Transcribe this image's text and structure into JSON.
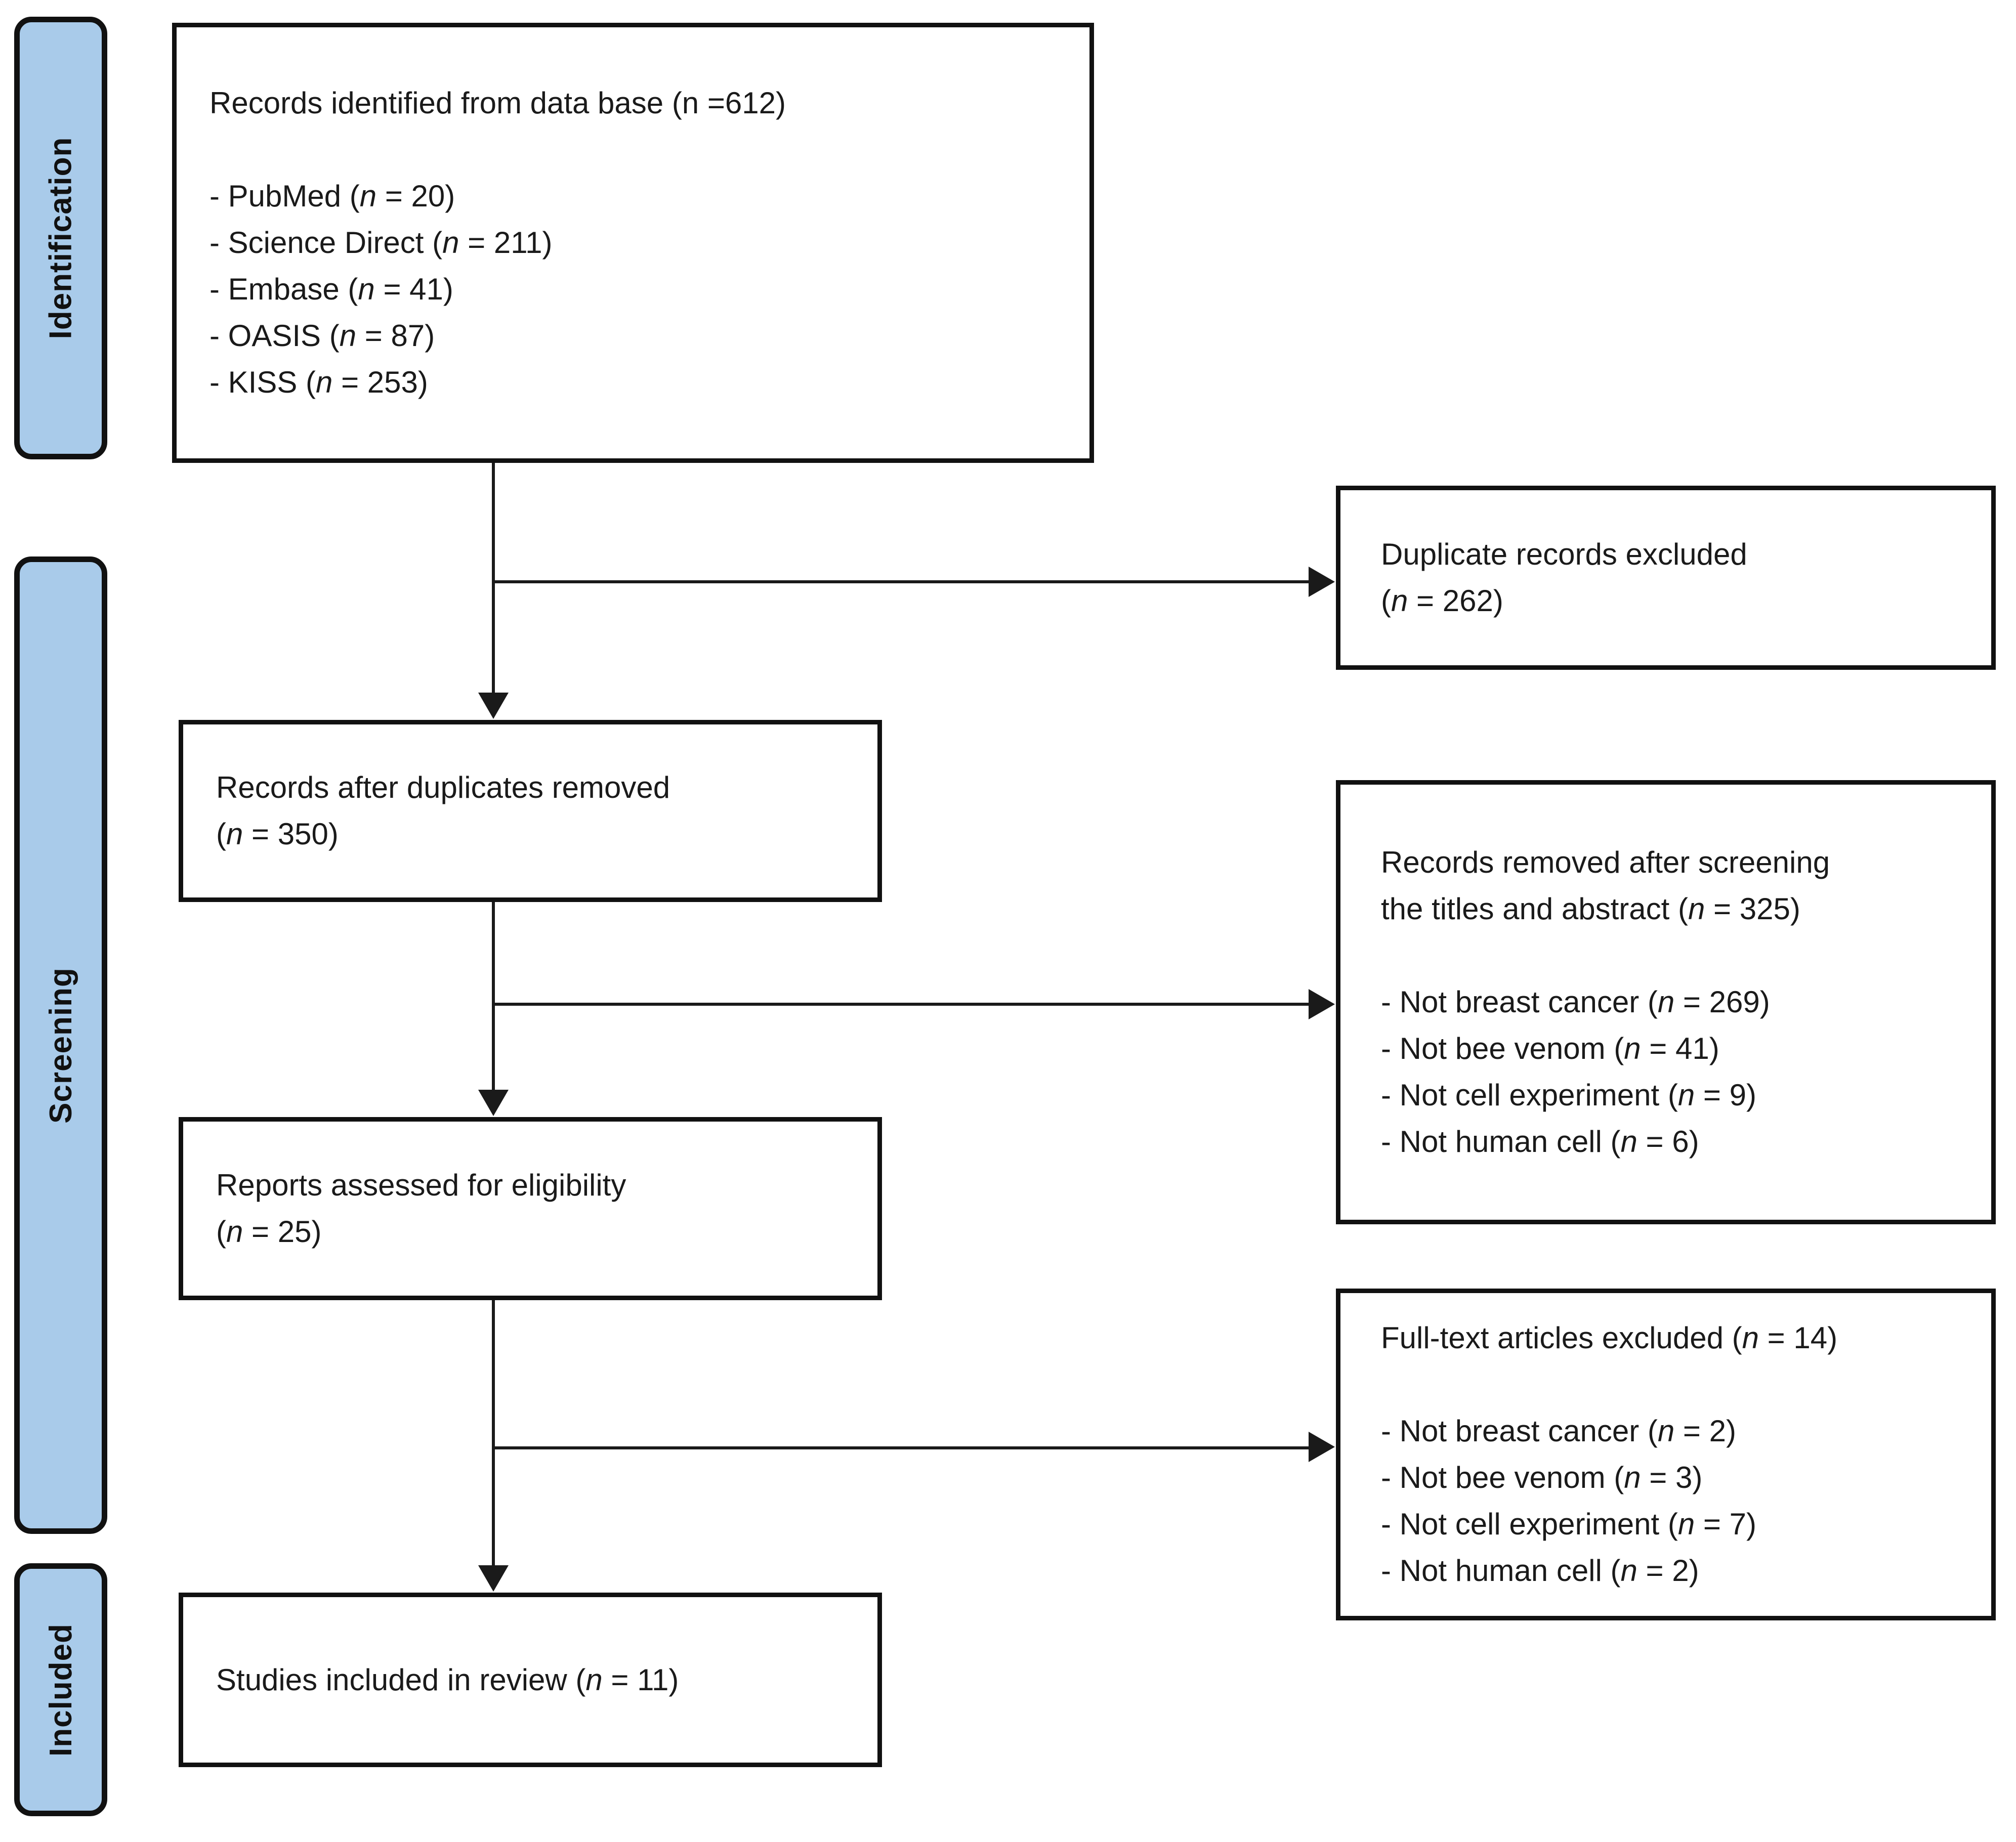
{
  "labels": {
    "n": "n"
  },
  "colors": {
    "stage_fill": "#a9cbea",
    "box_border": "#111111",
    "box_fill": "#ffffff",
    "text": "#1a1a1a"
  },
  "sidebar": {
    "stages": [
      {
        "label": "Identification"
      },
      {
        "label": "Screening"
      },
      {
        "label": "Included"
      }
    ]
  },
  "flow": {
    "identified": {
      "title": "Records identified from data base (n =612)",
      "items": [
        {
          "pre": "- PubMed (",
          "post": " = 20)"
        },
        {
          "pre": "- Science Direct (",
          "post": " = 211)"
        },
        {
          "pre": "- Embase (",
          "post": " = 41)"
        },
        {
          "pre": "- OASIS (",
          "post": " = 87)"
        },
        {
          "pre": "- KISS (",
          "post": " = 253)"
        }
      ]
    },
    "after_duplicates": {
      "line1": "Records after duplicates removed",
      "n_pre": "(",
      "n_post": " = 350)"
    },
    "assessed": {
      "line1": "Reports assessed for eligibility",
      "n_pre": "(",
      "n_post": " = 25)"
    },
    "included_review": {
      "pre": "Studies included in review (",
      "post": " = 11)"
    }
  },
  "exclusions": {
    "duplicates": {
      "line1": "Duplicate records excluded",
      "n_pre": "(",
      "n_post": " = 262)"
    },
    "screening": {
      "title_line1": "Records removed after screening",
      "title_line2_pre": "the titles and abstract (",
      "title_line2_post": " = 325)",
      "items": [
        {
          "pre": "- Not breast cancer (",
          "post": " = 269)"
        },
        {
          "pre": "- Not bee venom (",
          "post": " = 41)"
        },
        {
          "pre": "- Not cell experiment (",
          "post": " = 9)"
        },
        {
          "pre": "- Not human cell (",
          "post": " = 6)"
        }
      ]
    },
    "fulltext": {
      "title_pre": "Full-text articles excluded (",
      "title_post": " = 14)",
      "items": [
        {
          "pre": "- Not breast cancer (",
          "post": " = 2)"
        },
        {
          "pre": "- Not bee venom (",
          "post": " = 3)"
        },
        {
          "pre": "- Not cell experiment (",
          "post": " = 7)"
        },
        {
          "pre": "- Not human cell (",
          "post": " = 2)"
        }
      ]
    }
  }
}
